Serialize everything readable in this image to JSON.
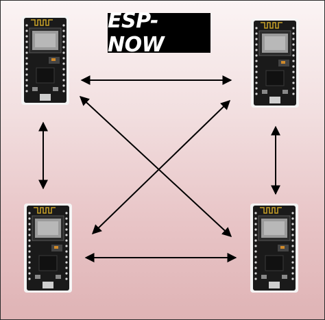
{
  "title": "ESP-NOW",
  "colors": {
    "background_top": "#fbf4f4",
    "background_bottom": "#dfb3b5",
    "title_bg": "#000000",
    "title_fg": "#ffffff",
    "board_pcb": "#1a1a1a",
    "board_module": "#2b2b2b",
    "board_shield": "#9a9a9a",
    "arrow": "#000000"
  },
  "nodes": [
    {
      "id": "top-left",
      "kind": "esp8266-nodemcu-board"
    },
    {
      "id": "top-right",
      "kind": "esp8266-nodemcu-board"
    },
    {
      "id": "bottom-left",
      "kind": "esp8266-nodemcu-board"
    },
    {
      "id": "bottom-right",
      "kind": "esp8266-nodemcu-board"
    }
  ],
  "links": [
    {
      "from": "top-left",
      "to": "top-right",
      "direction": "bidirectional"
    },
    {
      "from": "bottom-left",
      "to": "bottom-right",
      "direction": "bidirectional"
    },
    {
      "from": "top-left",
      "to": "bottom-left",
      "direction": "bidirectional"
    },
    {
      "from": "top-right",
      "to": "bottom-right",
      "direction": "bidirectional"
    },
    {
      "from": "top-left",
      "to": "bottom-right",
      "direction": "bidirectional"
    },
    {
      "from": "top-right",
      "to": "bottom-left",
      "direction": "bidirectional"
    }
  ]
}
